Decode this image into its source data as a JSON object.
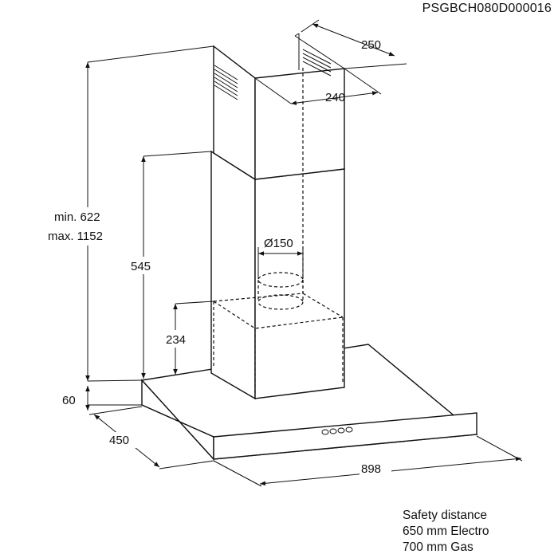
{
  "reference_code": "PSGBCH080D000016",
  "dimensions": {
    "chimney_depth": "250",
    "chimney_width": "240",
    "height_min": "min. 622",
    "height_max": "max. 1152",
    "duct_diameter": "Ø150",
    "height_545": "545",
    "height_234": "234",
    "canopy_height": "60",
    "canopy_depth": "450",
    "canopy_width": "898"
  },
  "note": {
    "line1": "Safety distance",
    "line2": "650 mm Electro",
    "line3": "700 mm Gas"
  }
}
